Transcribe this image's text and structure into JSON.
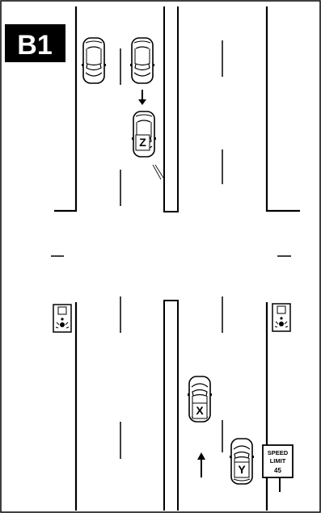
{
  "badge": {
    "label": "B1",
    "background": "#000000",
    "text_color": "#ffffff"
  },
  "cars": {
    "z": {
      "label": "Z",
      "direction": "southbound"
    },
    "x": {
      "label": "X",
      "direction": "northbound"
    },
    "y": {
      "label": "Y",
      "direction": "northbound"
    }
  },
  "speed_sign": {
    "line1": "SPEED",
    "line2": "LIMIT",
    "value": "45"
  },
  "colors": {
    "ink": "#000000",
    "paper": "#ffffff"
  }
}
